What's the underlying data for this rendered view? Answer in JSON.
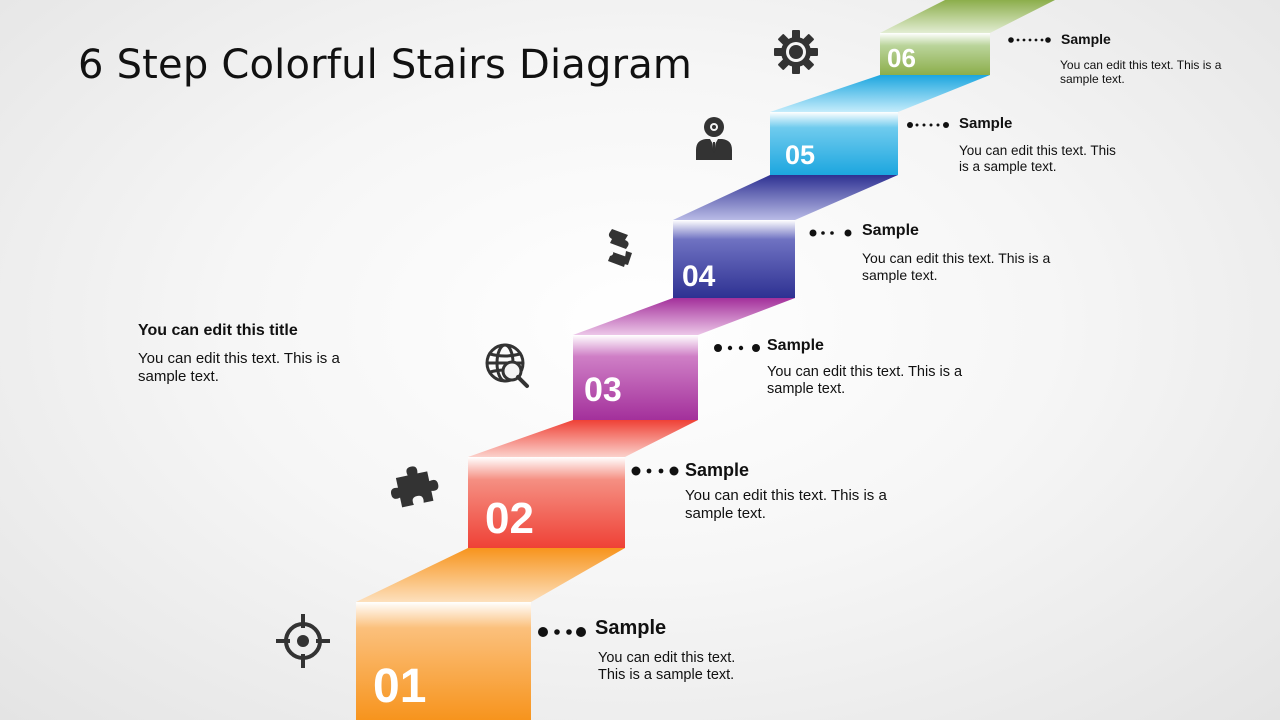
{
  "title": "6 Step Colorful Stairs Diagram",
  "side_note": {
    "title": "You can edit this title",
    "body": "You can edit this text. This is a sample text."
  },
  "steps": [
    {
      "number": "01",
      "label": "Sample",
      "text": "You can edit this text. This is a sample text.",
      "icon": "crosshair-icon",
      "color": "#f7941d"
    },
    {
      "number": "02",
      "label": "Sample",
      "text": "You can edit this text. This is a sample text.",
      "icon": "puzzle-piece-icon",
      "color": "#ef4136"
    },
    {
      "number": "03",
      "label": "Sample",
      "text": "You can edit this text. This is a sample text.",
      "icon": "globe-search-icon",
      "color": "#a3309b"
    },
    {
      "number": "04",
      "label": "Sample",
      "text": "You can edit this text. This is a sample text.",
      "icon": "puzzle-pieces-icon",
      "color": "#2e3192"
    },
    {
      "number": "05",
      "label": "Sample",
      "text": "You can edit this text. This is a sample text.",
      "icon": "businessman-icon",
      "color": "#1ca6df"
    },
    {
      "number": "06",
      "label": "Sample",
      "text": "You can edit this text. This is a sample text.",
      "icon": "gear-icon",
      "color": "#8cae4b"
    }
  ]
}
